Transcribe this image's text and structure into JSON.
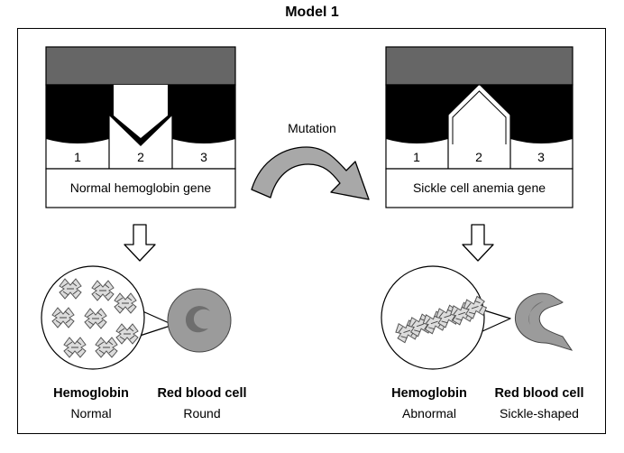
{
  "title": "Model 1",
  "mutation_label": "Mutation",
  "left": {
    "gene_label": "Normal hemoglobin gene",
    "segments": [
      "1",
      "2",
      "3"
    ],
    "hemoglobin_title": "Hemoglobin",
    "hemoglobin_state": "Normal",
    "cell_title": "Red blood cell",
    "cell_state": "Round"
  },
  "right": {
    "gene_label": "Sickle cell anemia gene",
    "segments": [
      "1",
      "2",
      "3"
    ],
    "hemoglobin_title": "Hemoglobin",
    "hemoglobin_state": "Abnormal",
    "cell_title": "Red blood cell",
    "cell_state": "Sickle-shaped"
  },
  "colors": {
    "gene_bar": "#666666",
    "cell_fill": "#9b9b9b",
    "cell_dark": "#6e6e6e",
    "arrow_fill": "#a8a8a8"
  }
}
